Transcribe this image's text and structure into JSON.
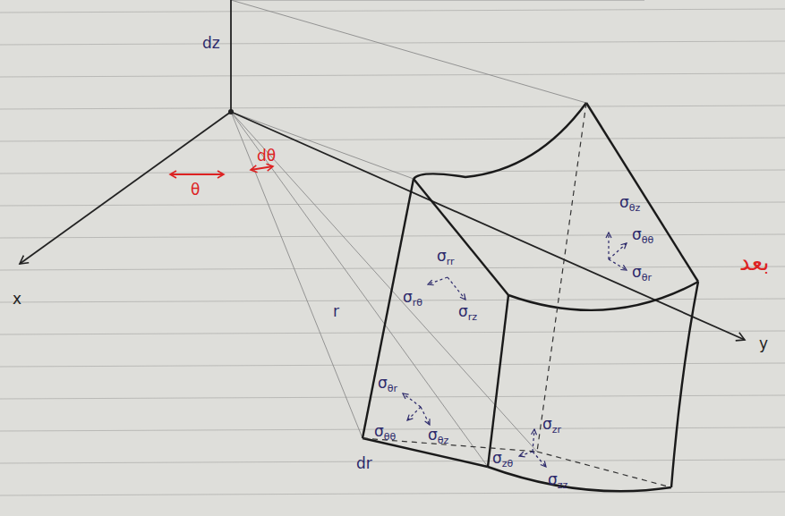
{
  "diagram": {
    "labels": [
      "dz",
      "θ",
      "dθ",
      "x",
      "r",
      "y",
      "σrr",
      "σrθ",
      "σrz",
      "σθz",
      "σθθ",
      "σθr",
      "σθr",
      "σθθ",
      "σθz",
      "σzr",
      "σzθ",
      "σzz",
      "dr",
      "بعد"
    ]
  }
}
